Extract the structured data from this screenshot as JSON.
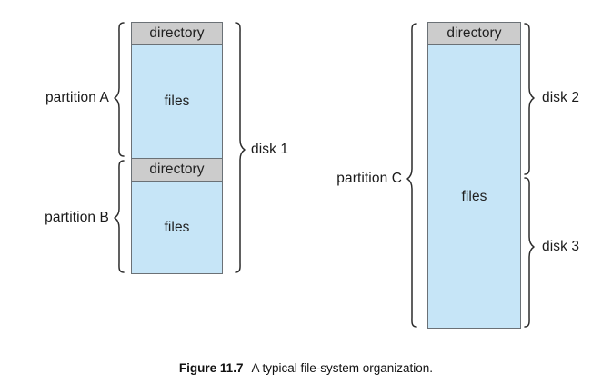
{
  "figure": {
    "caption_label": "Figure 11.7",
    "caption_text": "A typical file-system organization."
  },
  "colors": {
    "directory_fill": "#cccccc",
    "files_fill": "#c6e5f7",
    "box_stroke": "#6b7176",
    "brace_stroke": "#2b2b2b",
    "text": "#1a1a1a",
    "background": "#ffffff"
  },
  "diagram": {
    "left_disk": {
      "disk_label": "disk 1",
      "partitions": [
        {
          "name": "partition A",
          "bands": [
            {
              "type": "directory",
              "label": "directory"
            },
            {
              "type": "files",
              "label": "files"
            }
          ]
        },
        {
          "name": "partition B",
          "bands": [
            {
              "type": "directory",
              "label": "directory"
            },
            {
              "type": "files",
              "label": "files"
            }
          ]
        }
      ]
    },
    "right_disk": {
      "disk_labels": [
        "disk 2",
        "disk 3"
      ],
      "partitions": [
        {
          "name": "partition C",
          "bands": [
            {
              "type": "directory",
              "label": "directory"
            },
            {
              "type": "files",
              "label": "files"
            }
          ]
        }
      ]
    }
  }
}
